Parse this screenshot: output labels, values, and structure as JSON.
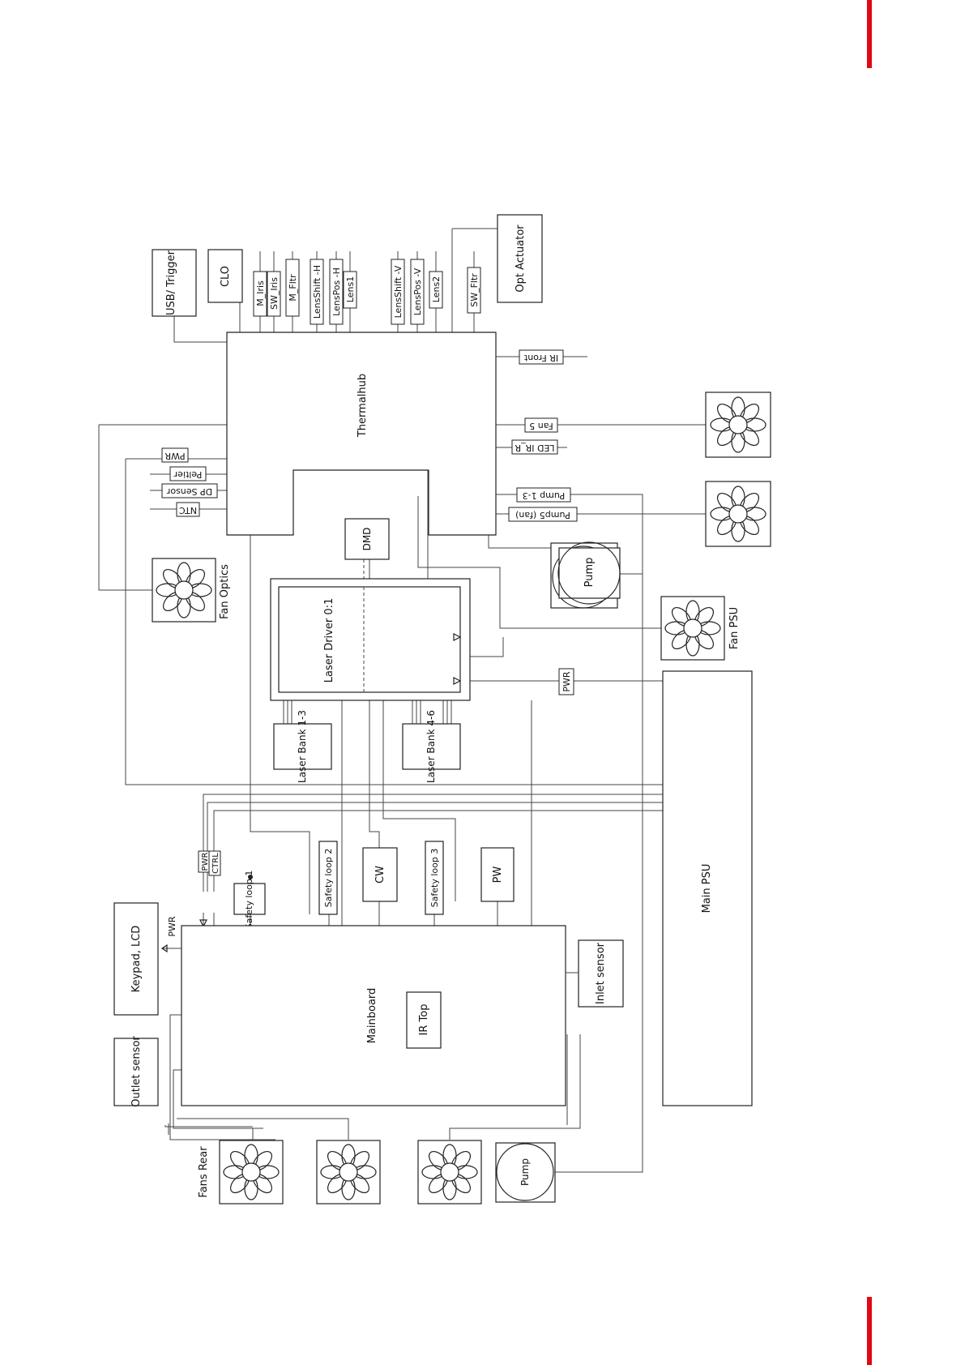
{
  "page": {
    "accent_color": "#e30613"
  },
  "blocks": {
    "usb_trigger": "USB/ Trigger",
    "clo": "CLO",
    "opt_actuator": "Opt Actuator",
    "thermalhub": "Thermalhub",
    "fan_optics": "Fan Optics",
    "dmd": "DMD",
    "pump_front": "Pump",
    "fan_psu": "Fan PSU",
    "laser_driver": "Laser Driver 0:1",
    "laser_bank_1": "Laser Bank 1-3",
    "laser_bank_2": "Laser Bank 4-6",
    "main_psu": "Main PSU",
    "safety_loop_1": "Safety loop 1",
    "safety_loop_2": "Safety loop 2",
    "safety_loop_3": "Safety loop 3",
    "cw": "CW",
    "pw": "PW",
    "keypad_lcd": "Keypad, LCD",
    "outlet_sensor": "Outlet sensor",
    "mainboard": "Mainboard",
    "ir_top": "IR Top",
    "inlet_sensor": "Inlet sensor",
    "fans_rear": "Fans Rear",
    "pump_rear": "Pump"
  },
  "top_connectors": [
    "M_Iris",
    "SW_Iris",
    "M_Fltr",
    "LensShift -H",
    "LensPos -H",
    "Lens1",
    "LensShift -V",
    "LensPos -V",
    "Lens2",
    "SW_Fltr"
  ],
  "right_connectors": {
    "ir_front": "IR Front",
    "fan5": "Fan 5",
    "led_ir_r": "LED IR_R",
    "pump13": "Pump 1-3",
    "pump5fan": "Pump5 (fan)",
    "pwr_psu": "PWR"
  },
  "left_connectors": {
    "pwr_th": "PWR",
    "peltier": "Peltier",
    "dp_sensor": "DP Sensor",
    "ntc": "NTC",
    "pwr_sl": "PWR",
    "ctrl": "CTRL",
    "pwr_keypad": "PWR"
  }
}
